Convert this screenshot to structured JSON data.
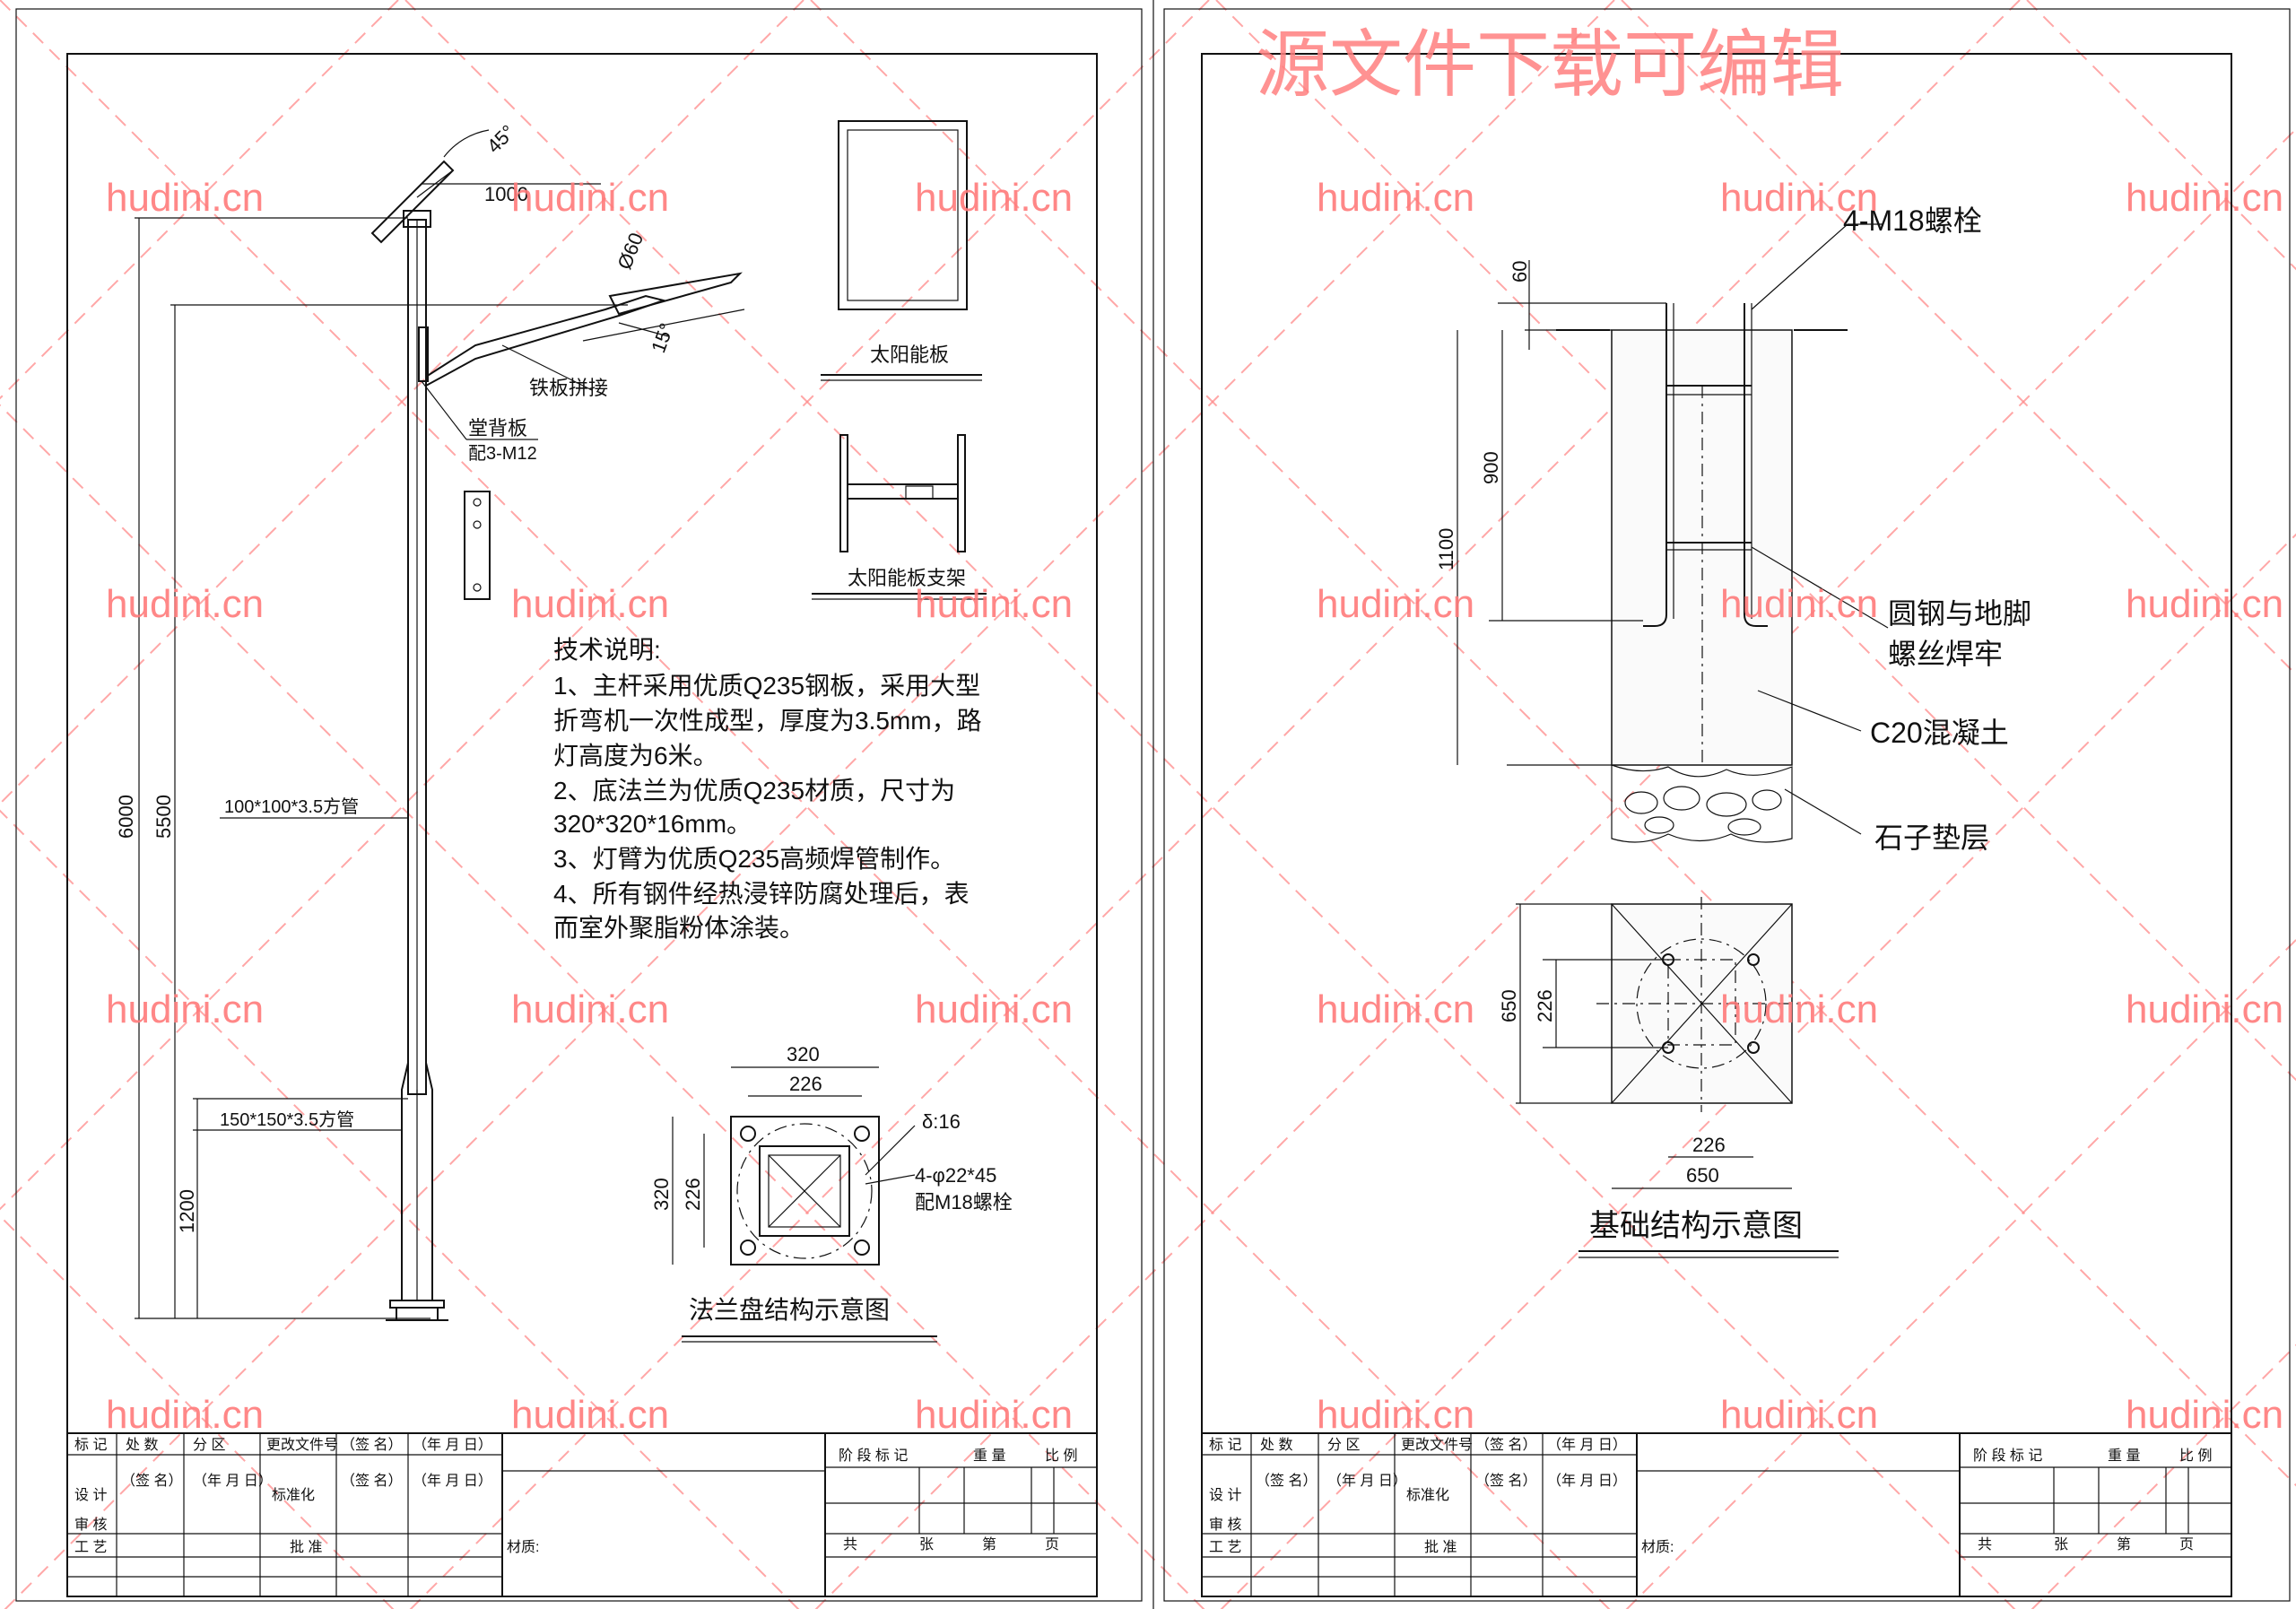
{
  "watermark": {
    "site": "hudini.cn",
    "banner": "源文件下载可编辑"
  },
  "left_sheet": {
    "pole": {
      "dim_top_45": "45°",
      "dim_arm_1000": "1000",
      "dim_phi60": "Ø60",
      "dim_15": "15°",
      "dim_6000": "6000",
      "dim_5500": "5500",
      "dim_1200": "1200",
      "label_iron_plate": "铁板拼接",
      "label_backplate": "堂背板",
      "label_backplate_bolts": "配3-M12",
      "label_tube_100": "100*100*3.5方管",
      "label_tube_150": "150*150*3.5方管"
    },
    "solar_panel_title": "太阳能板",
    "solar_bracket_title": "太阳能板支架",
    "tech_notes": {
      "title": "技术说明:",
      "lines": [
        "1、主杆采用优质Q235钢板，采用大型",
        "折弯机一次性成型，厚度为3.5mm，路",
        "灯高度为6米。",
        "2、底法兰为优质Q235材质，尺寸为",
        "320*320*16mm。",
        "3、灯臂为优质Q235高频焊管制作。",
        "4、所有钢件经热浸锌防腐处理后，表",
        "而室外聚脂粉体涂装。"
      ]
    },
    "flange": {
      "title": "法兰盘结构示意图",
      "dim_320_top": "320",
      "dim_226_top": "226",
      "dim_320_side": "320",
      "dim_226_side": "226",
      "thickness": "δ:16",
      "holes": "4-φ22*45",
      "bolts": "配M18螺栓"
    }
  },
  "right_sheet": {
    "bolts_label": "4-M18螺栓",
    "dim_60": "60",
    "dim_900": "900",
    "dim_1100": "1100",
    "weld_label_1": "圆钢与地脚",
    "weld_label_2": "螺丝焊牢",
    "concrete_label": "C20混凝土",
    "gravel_label": "石子垫层",
    "plan_dim_650_side": "650",
    "plan_dim_226_side": "226",
    "plan_dim_226_bottom": "226",
    "plan_dim_650_bottom": "650",
    "title": "基础结构示意图"
  },
  "title_block": {
    "r1": [
      "标 记",
      "处 数",
      "分 区",
      "更改文件号",
      "（签 名）",
      "（年 月 日）"
    ],
    "r2_design": "设  计",
    "r2_sign": "（签 名）",
    "r2_date": "（年 月 日）",
    "r2_std": "标准化",
    "r2_sign2": "（签 名）",
    "r2_date2": "（年 月 日）",
    "r3_review": "审 核",
    "r4_process": "工 艺",
    "r4_approve": "批 准",
    "material": "材质:",
    "stage": "阶 段 标 记",
    "weight": "重 量",
    "scale": "比 例",
    "total": "共",
    "sheets": "张",
    "page_no": "第",
    "page": "页"
  }
}
